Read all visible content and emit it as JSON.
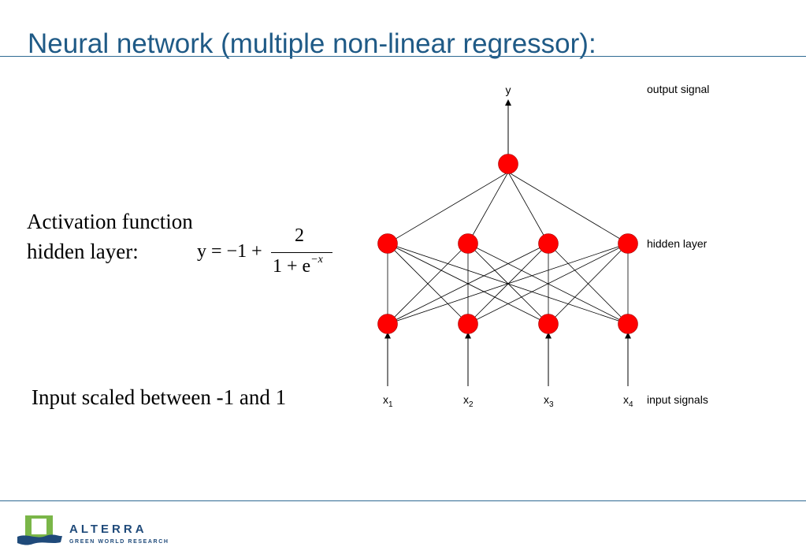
{
  "title": "Neural network (multiple non-linear regressor):",
  "activation": {
    "line1": "Activation function",
    "line2": "hidden layer:"
  },
  "formula": {
    "lhs": "y = −1 +",
    "numerator": "2",
    "denominator": "1 + e",
    "exponent": "−x"
  },
  "input_note": "Input scaled between -1 and 1",
  "network": {
    "output_label": "y",
    "inputs": [
      {
        "base": "x",
        "sub": "1"
      },
      {
        "base": "x",
        "sub": "2"
      },
      {
        "base": "x",
        "sub": "3"
      },
      {
        "base": "x",
        "sub": "4"
      }
    ],
    "side_labels": {
      "output": "output signal",
      "hidden": "hidden layer",
      "input": "input signals"
    },
    "node_color": "#ff0000",
    "line_color": "#000000"
  },
  "logo": {
    "name": "ALTERRA",
    "tagline": "GREEN WORLD RESEARCH",
    "brand_color": "#1f4a7a",
    "accent_color": "#7ab648"
  }
}
